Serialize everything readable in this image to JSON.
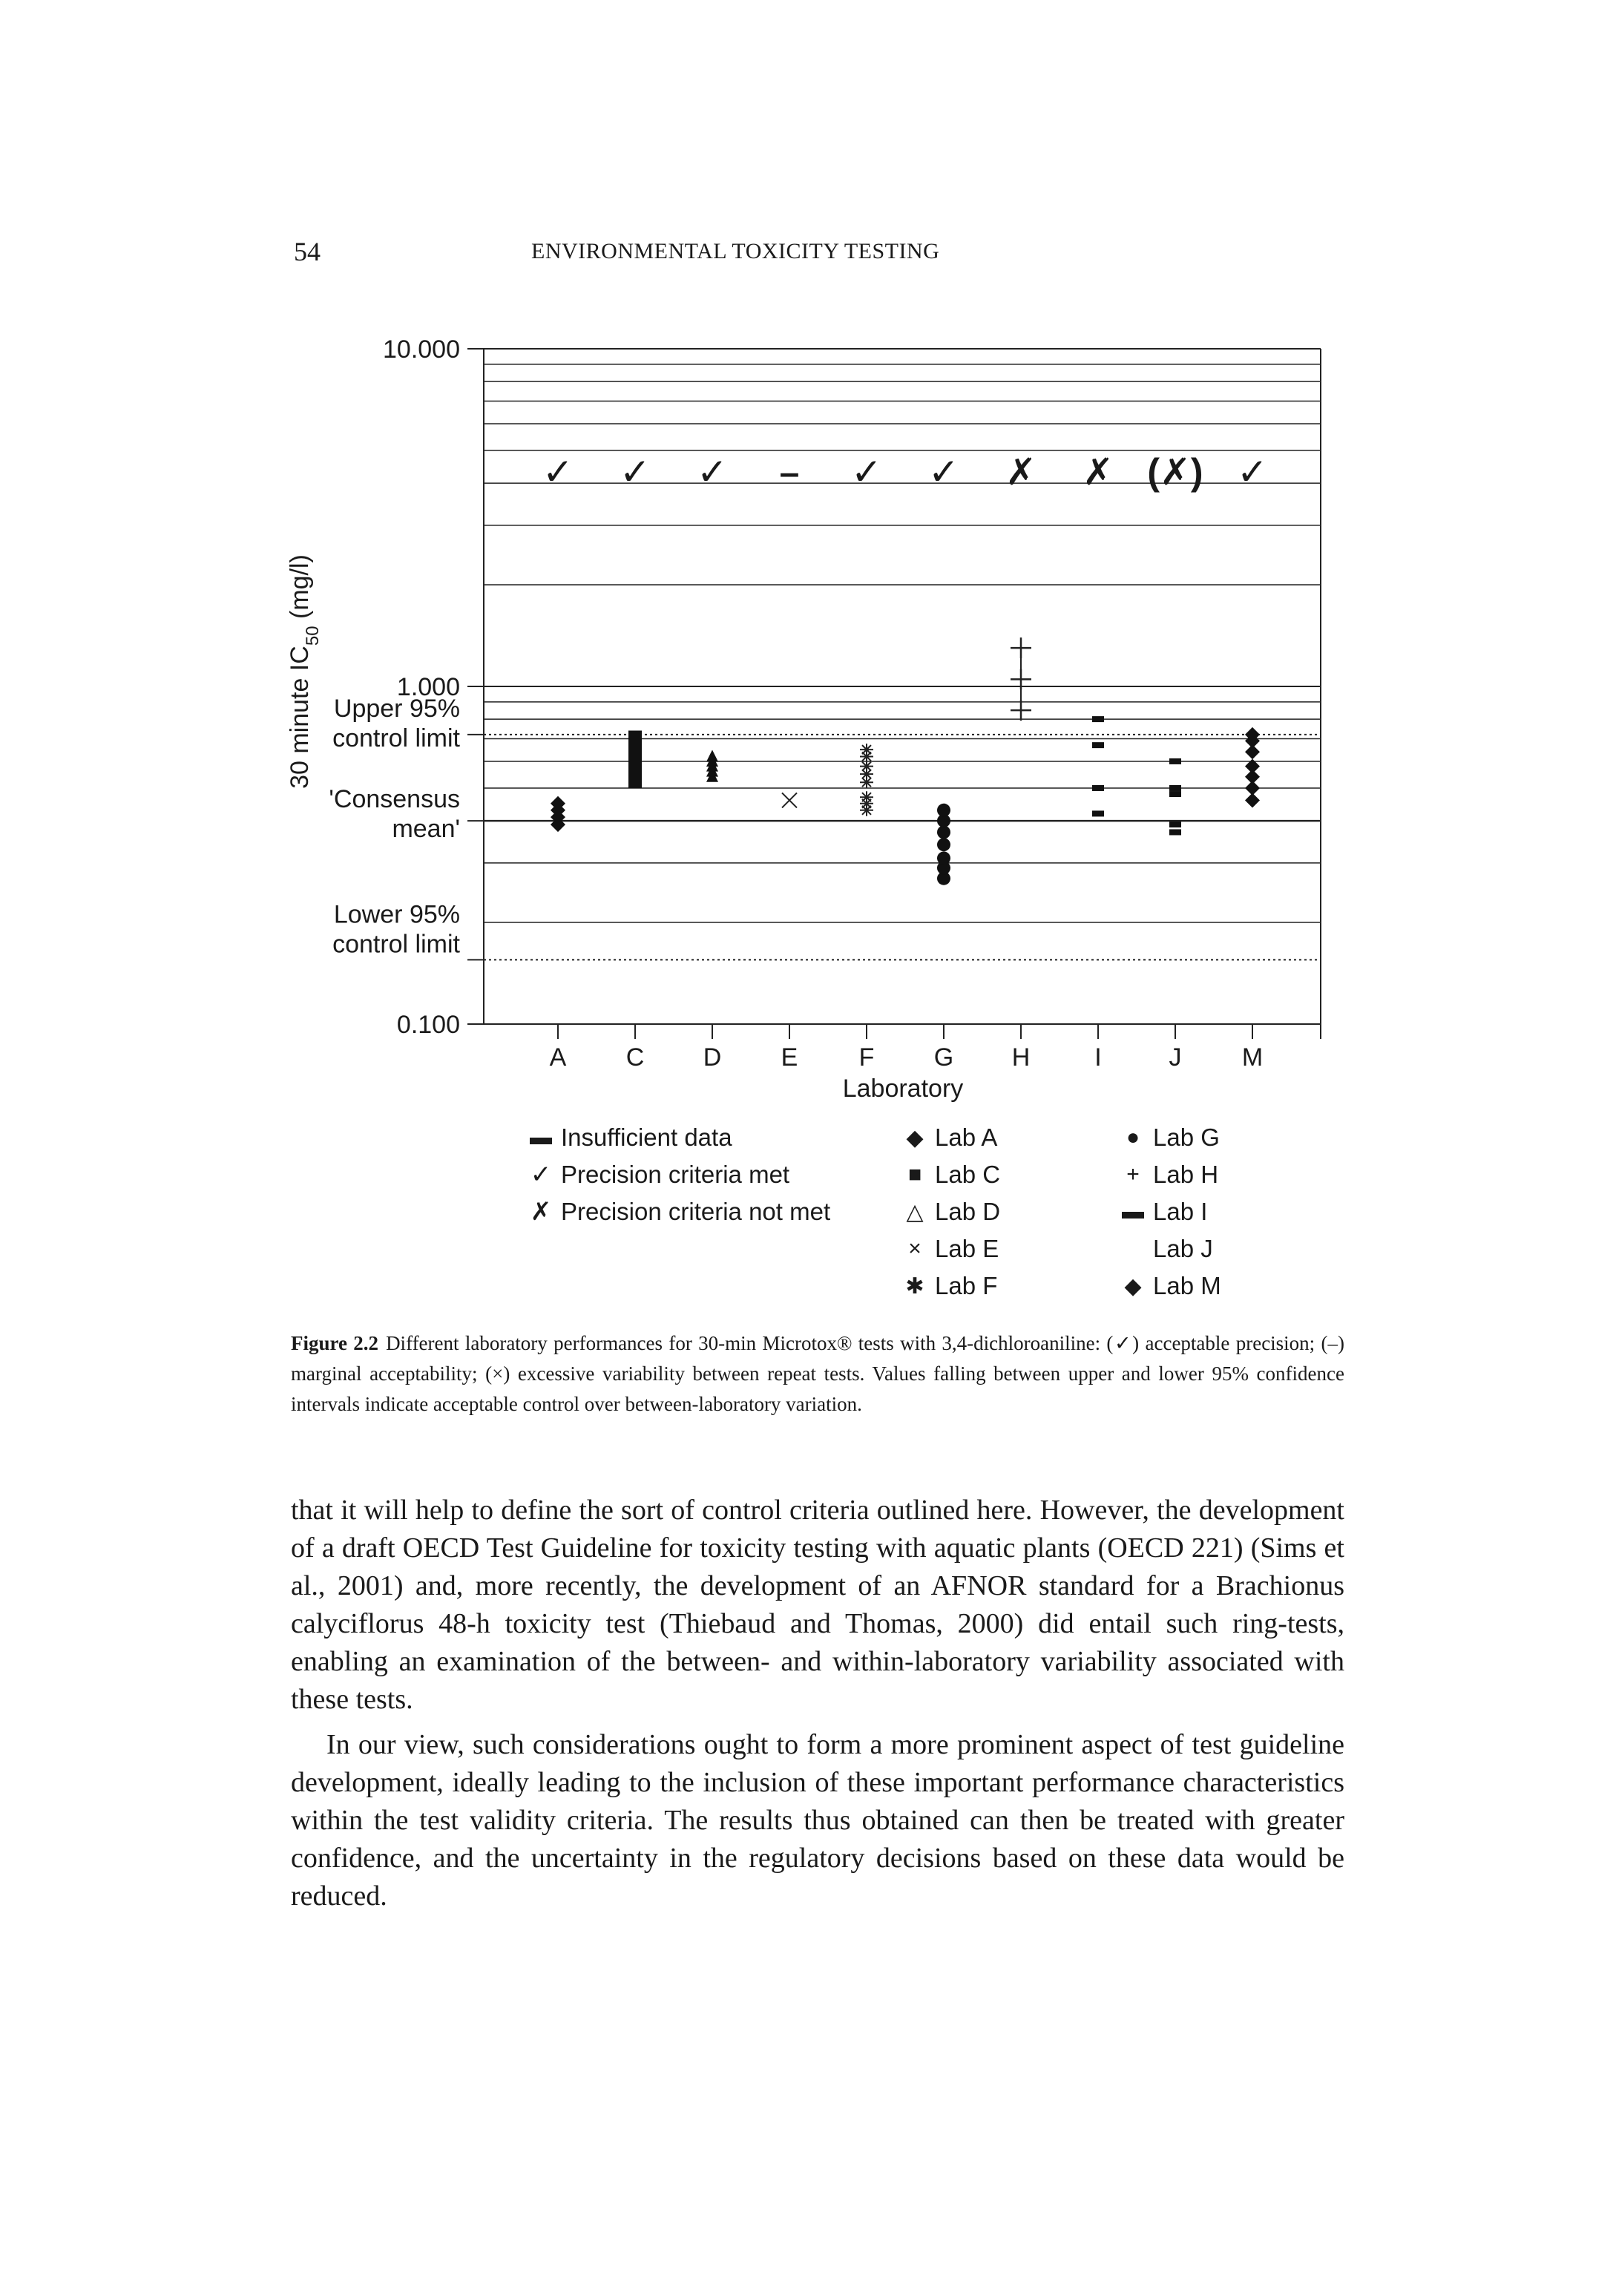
{
  "header": {
    "page_number": "54",
    "running_title": "ENVIRONMENTAL TOXICITY TESTING"
  },
  "chart_data": {
    "type": "scatter",
    "y_scale": "log",
    "ylim": [
      0.1,
      10.0
    ],
    "xlabel": "Laboratory",
    "ylabel": "30 minute IC50 (mg/l)",
    "y_tick_labels": [
      "10.000",
      "1.000",
      "0.100"
    ],
    "reference_lines": [
      {
        "label": "Upper 95% control limit",
        "label_lines": [
          "Upper 95%",
          "control limit"
        ],
        "style": "dotted",
        "y": 0.72
      },
      {
        "label": "'Consensus mean'",
        "label_lines": [
          "'Consensus",
          "mean'"
        ],
        "style": "solid",
        "y": 0.4
      },
      {
        "label": "Lower 95% control limit",
        "label_lines": [
          "Lower 95%",
          "control limit"
        ],
        "style": "dotted",
        "y": 0.155
      }
    ],
    "categories": [
      "A",
      "C",
      "D",
      "E",
      "F",
      "G",
      "H",
      "I",
      "J",
      "M"
    ],
    "status_marks": [
      "✓",
      "✓",
      "✓",
      "–",
      "✓",
      "✓",
      "✗",
      "✗",
      "(✗)",
      "✓"
    ],
    "series": [
      {
        "name": "Lab A",
        "marker": "diamond",
        "category": "A",
        "values": [
          0.45,
          0.43,
          0.41,
          0.39
        ]
      },
      {
        "name": "Lab C",
        "marker": "filled-bar",
        "category": "C",
        "range": [
          0.5,
          0.74
        ]
      },
      {
        "name": "Lab D",
        "marker": "triangle",
        "category": "D",
        "values": [
          0.54,
          0.56,
          0.58,
          0.6,
          0.62
        ]
      },
      {
        "name": "Lab E",
        "marker": "cross",
        "category": "E",
        "values": [
          0.46
        ]
      },
      {
        "name": "Lab F",
        "marker": "star",
        "category": "F",
        "values": [
          0.43,
          0.45,
          0.47,
          0.52,
          0.55,
          0.58,
          0.62,
          0.65
        ]
      },
      {
        "name": "Lab G",
        "marker": "circle",
        "category": "G",
        "values": [
          0.27,
          0.29,
          0.31,
          0.34,
          0.37,
          0.4,
          0.43
        ]
      },
      {
        "name": "Lab H",
        "marker": "plus",
        "category": "H",
        "values": [
          1.3,
          1.05,
          0.85
        ]
      },
      {
        "name": "Lab I",
        "marker": "dash",
        "category": "I",
        "values": [
          0.8,
          0.67,
          0.5,
          0.42
        ]
      },
      {
        "name": "Lab J",
        "marker": "dash",
        "category": "J",
        "values": [
          0.6,
          0.5,
          0.48,
          0.39,
          0.37
        ]
      },
      {
        "name": "Lab M",
        "marker": "diamond",
        "category": "M",
        "values": [
          0.72,
          0.69,
          0.64,
          0.58,
          0.54,
          0.5,
          0.46
        ]
      }
    ]
  },
  "legend": {
    "status": [
      {
        "symbol": "▬",
        "label": "Insufficient data"
      },
      {
        "symbol": "✓",
        "label": "Precision criteria met"
      },
      {
        "symbol": "✗",
        "label": "Precision criteria not met"
      }
    ],
    "labs_col1": [
      {
        "symbol": "◆",
        "label": "Lab A"
      },
      {
        "symbol": "■",
        "label": "Lab C"
      },
      {
        "symbol": "△",
        "label": "Lab D"
      },
      {
        "symbol": "×",
        "label": "Lab E"
      },
      {
        "symbol": "✱",
        "label": "Lab F"
      }
    ],
    "labs_col2": [
      {
        "symbol": "●",
        "label": "Lab G"
      },
      {
        "symbol": "+",
        "label": "Lab H"
      },
      {
        "symbol": "▬",
        "label": "Lab I"
      },
      {
        "symbol": "",
        "label": "Lab J"
      },
      {
        "symbol": "◆",
        "label": "Lab M"
      }
    ]
  },
  "caption": {
    "label": "Figure 2.2",
    "text": "Different laboratory performances for 30-min Microtox® tests with 3,4-dichloroaniline: (✓) acceptable precision; (–) marginal acceptability; (×) excessive variability between repeat tests. Values falling between upper and lower 95% confidence intervals indicate acceptable control over between-laboratory variation."
  },
  "body": {
    "paragraphs": [
      "that it will help to define the sort of control criteria outlined here. However, the development of a draft OECD Test Guideline for toxicity testing with aquatic plants (OECD 221) (Sims et al., 2001) and, more recently, the development of an AFNOR standard for a Brachionus calyciflorus 48-h toxicity test (Thiebaud and Thomas, 2000) did entail such ring-tests, enabling an examination of the between- and within-laboratory variability associated with these tests.",
      "In our view, such considerations ought to form a more prominent aspect of test guideline development, ideally leading to the inclusion of these important performance characteristics within the test validity criteria. The results thus obtained can then be treated with greater confidence, and the uncertainty in the regulatory decisions based on these data would be reduced."
    ]
  }
}
